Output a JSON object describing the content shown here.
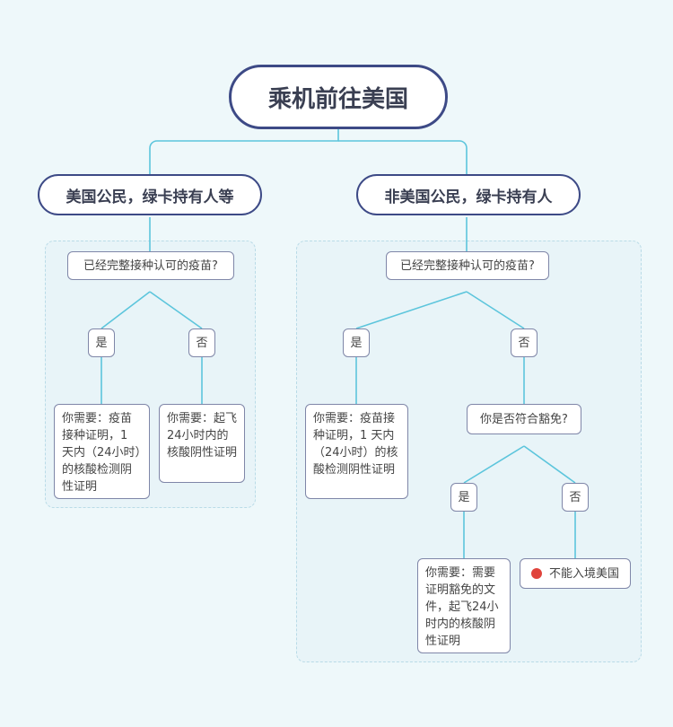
{
  "root": {
    "title": "乘机前往美国"
  },
  "left": {
    "title": "美国公民，绿卡持有人等",
    "question": "已经完整接种认可的疫苗?",
    "yes_label": "是",
    "no_label": "否",
    "yes_result": "你需要：疫苗接种证明，1 天内（24小时）的核酸检测阴性证明",
    "no_result": "你需要：起飞24小时内的核酸阴性证明"
  },
  "right": {
    "title": "非美国公民，绿卡持有人",
    "question": "已经完整接种认可的疫苗?",
    "yes_label": "是",
    "no_label": "否",
    "yes_result": "你需要：疫苗接种证明，1 天内（24小时）的核酸检测阴性证明",
    "exempt_question": "你是否符合豁免?",
    "exempt_yes_label": "是",
    "exempt_no_label": "否",
    "exempt_yes_result": "你需要：需要证明豁免的文件，起飞24小时内的核酸阴性证明",
    "exempt_no_result": "不能入境美国"
  },
  "colors": {
    "background": "#eef8fa",
    "border_dark": "#3d4a86",
    "connector": "#5cc5dc",
    "stop_dot": "#e0443c"
  }
}
